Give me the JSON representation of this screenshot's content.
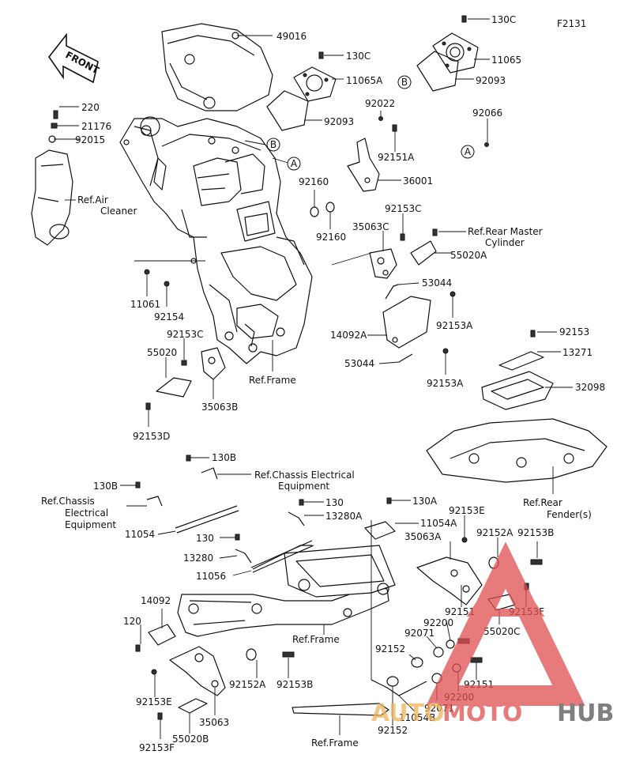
{
  "figure_code": "F2131",
  "front_arrow_text": "FRONT",
  "watermark": {
    "auto": "AUTO",
    "moto": "MOTO",
    "hub": "HUB"
  },
  "callouts": {
    "A": "A",
    "B": "B"
  },
  "labels": [
    {
      "id": "l49016",
      "text": "49016"
    },
    {
      "id": "l130c_a",
      "text": "130C"
    },
    {
      "id": "l11065a",
      "text": "11065A"
    },
    {
      "id": "l92093_a",
      "text": "92093"
    },
    {
      "id": "l130c_b",
      "text": "130C"
    },
    {
      "id": "l11065",
      "text": "11065"
    },
    {
      "id": "l92093_b",
      "text": "92093"
    },
    {
      "id": "l220",
      "text": "220"
    },
    {
      "id": "l21176",
      "text": "21176"
    },
    {
      "id": "l92015",
      "text": "92015"
    },
    {
      "id": "lrefair1",
      "text": "Ref.Air"
    },
    {
      "id": "lrefair2",
      "text": "Cleaner"
    },
    {
      "id": "l92022",
      "text": "92022"
    },
    {
      "id": "l92066",
      "text": "92066"
    },
    {
      "id": "l92151a",
      "text": "92151A"
    },
    {
      "id": "l36001",
      "text": "36001"
    },
    {
      "id": "l92160_a",
      "text": "92160"
    },
    {
      "id": "l92160_b",
      "text": "92160"
    },
    {
      "id": "l92153c_a",
      "text": "92153C"
    },
    {
      "id": "l35063c",
      "text": "35063C"
    },
    {
      "id": "lrefrmc1",
      "text": "Ref.Rear Master"
    },
    {
      "id": "lrefrmc2",
      "text": "Cylinder"
    },
    {
      "id": "l55020a",
      "text": "55020A"
    },
    {
      "id": "l53044_a",
      "text": "53044"
    },
    {
      "id": "l92153a_a",
      "text": "92153A"
    },
    {
      "id": "l14092a",
      "text": "14092A"
    },
    {
      "id": "l53044_b",
      "text": "53044"
    },
    {
      "id": "l92153a_b",
      "text": "92153A"
    },
    {
      "id": "l11061",
      "text": "11061"
    },
    {
      "id": "l92154",
      "text": "92154"
    },
    {
      "id": "l92153c_b",
      "text": "92153C"
    },
    {
      "id": "l55020",
      "text": "55020"
    },
    {
      "id": "l35063b",
      "text": "35063B"
    },
    {
      "id": "l92153d",
      "text": "92153D"
    },
    {
      "id": "lrefframe_a",
      "text": "Ref.Frame"
    },
    {
      "id": "l92153",
      "text": "92153"
    },
    {
      "id": "l13271",
      "text": "13271"
    },
    {
      "id": "l32098",
      "text": "32098"
    },
    {
      "id": "lrefrf1",
      "text": "Ref.Rear"
    },
    {
      "id": "lrefrf2",
      "text": "Fender(s)"
    },
    {
      "id": "l130b_a",
      "text": "130B"
    },
    {
      "id": "lrefcee_a1",
      "text": "Ref.Chassis Electrical"
    },
    {
      "id": "lrefcee_a2",
      "text": "Equipment"
    },
    {
      "id": "l130b_b",
      "text": "130B"
    },
    {
      "id": "lrefcee_b1",
      "text": "Ref.Chassis"
    },
    {
      "id": "lrefcee_b2",
      "text": "Electrical"
    },
    {
      "id": "lrefcee_b3",
      "text": "Equipment"
    },
    {
      "id": "l11054",
      "text": "11054"
    },
    {
      "id": "l130_a",
      "text": "130"
    },
    {
      "id": "l13280a",
      "text": "13280A"
    },
    {
      "id": "l130a",
      "text": "130A"
    },
    {
      "id": "l11054a",
      "text": "11054A"
    },
    {
      "id": "l92153e_a",
      "text": "92153E"
    },
    {
      "id": "l35063a",
      "text": "35063A"
    },
    {
      "id": "l92152a_a",
      "text": "92152A"
    },
    {
      "id": "l92153b_a",
      "text": "92153B"
    },
    {
      "id": "l130_b",
      "text": "130"
    },
    {
      "id": "l13280",
      "text": "13280"
    },
    {
      "id": "l11056",
      "text": "11056"
    },
    {
      "id": "l92151_a",
      "text": "92151"
    },
    {
      "id": "l92153f_a",
      "text": "92153F"
    },
    {
      "id": "l92200_a",
      "text": "92200"
    },
    {
      "id": "l55020c",
      "text": "55020C"
    },
    {
      "id": "l14092",
      "text": "14092"
    },
    {
      "id": "l120",
      "text": "120"
    },
    {
      "id": "lrefframe_b",
      "text": "Ref.Frame"
    },
    {
      "id": "l92071_a",
      "text": "92071"
    },
    {
      "id": "l92152_a",
      "text": "92152"
    },
    {
      "id": "l92151_b",
      "text": "92151"
    },
    {
      "id": "l92152a_b",
      "text": "92152A"
    },
    {
      "id": "l92153b_b",
      "text": "92153B"
    },
    {
      "id": "l92200_b",
      "text": "92200"
    },
    {
      "id": "l92153e_b",
      "text": "92153E"
    },
    {
      "id": "l92071_b",
      "text": "92071"
    },
    {
      "id": "l35063",
      "text": "35063"
    },
    {
      "id": "l11054b",
      "text": "11054B"
    },
    {
      "id": "l55020b",
      "text": "55020B"
    },
    {
      "id": "l92153f_b",
      "text": "92153F"
    },
    {
      "id": "l92152_b",
      "text": "92152"
    },
    {
      "id": "lrefframe_c",
      "text": "Ref.Frame"
    }
  ]
}
